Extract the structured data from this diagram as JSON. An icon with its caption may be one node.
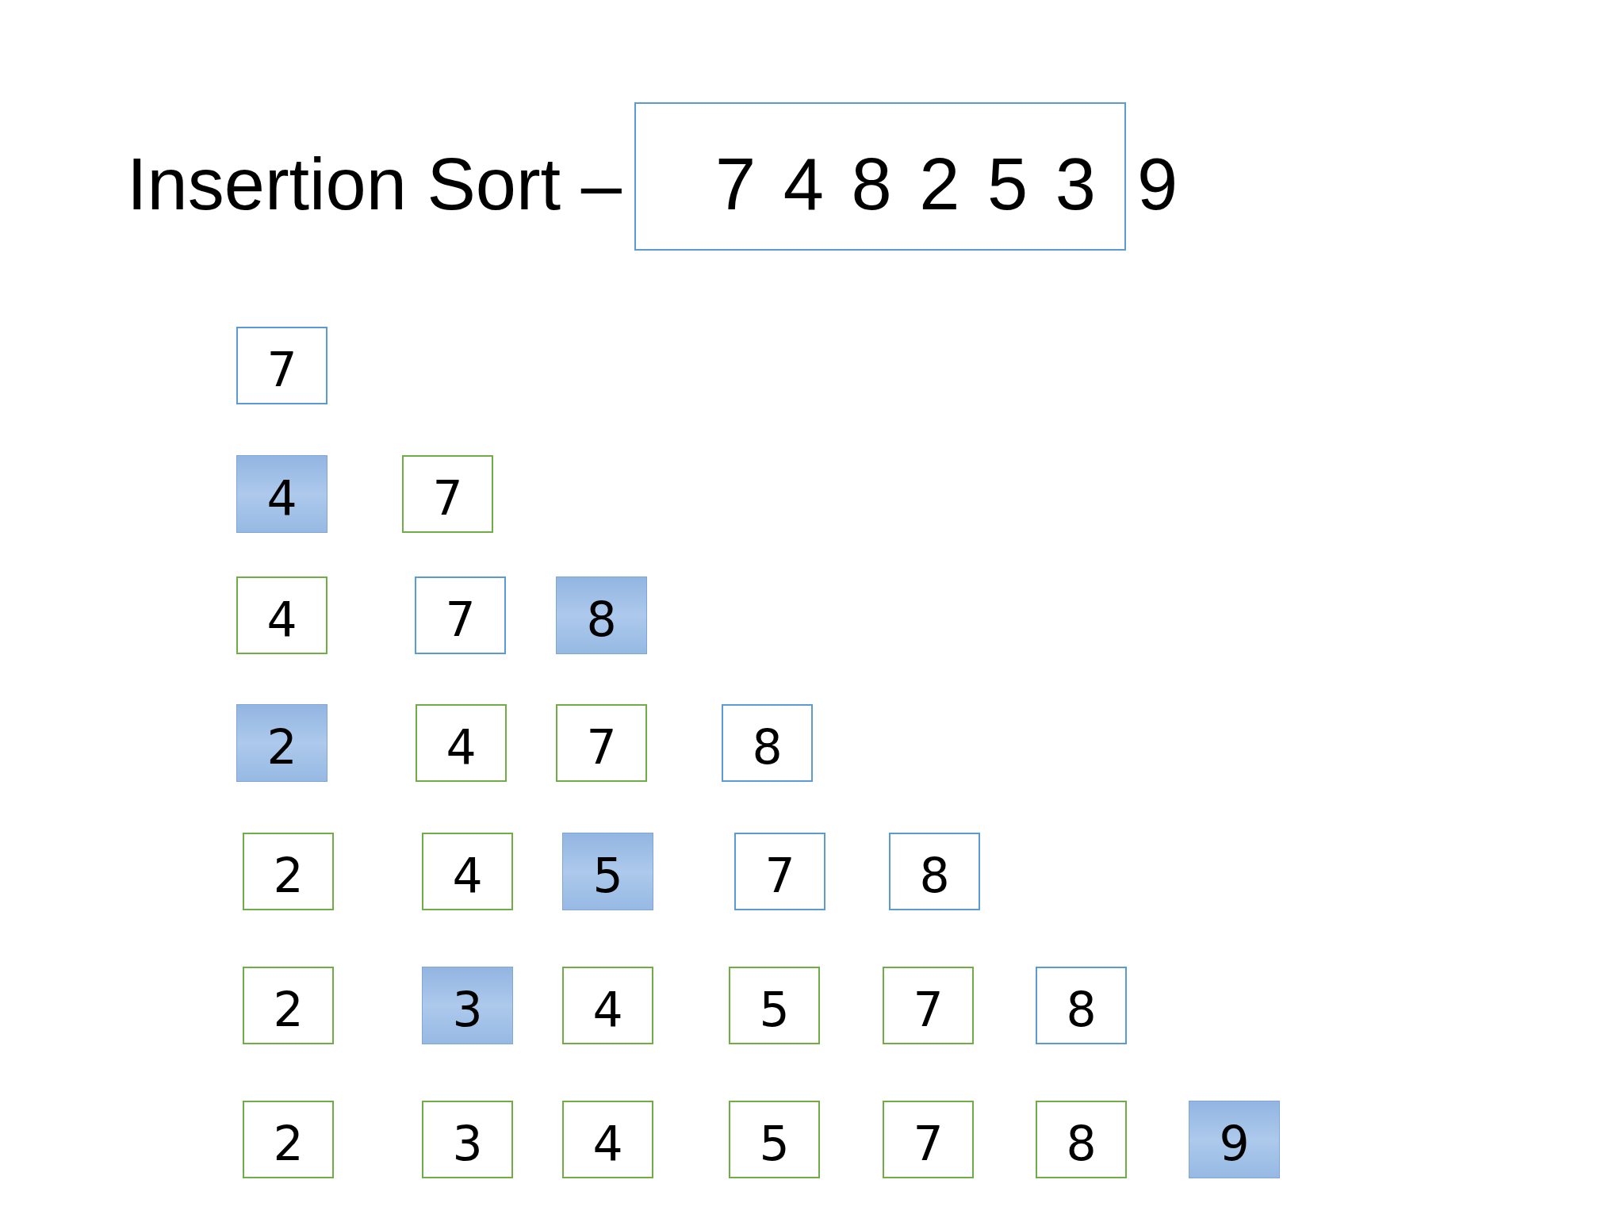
{
  "diagram": {
    "title": "Insertion Sort –",
    "nodes": [
      {
        "text": [
          "7 4 8 2 5 3"
        ]
      },
      {
        "text": [
          "7"
        ]
      },
      {
        "text": [
          "4"
        ]
      },
      {
        "text": [
          "7"
        ]
      },
      {
        "text": [
          "4"
        ]
      },
      {
        "text": [
          "7"
        ]
      },
      {
        "text": [
          "8"
        ]
      },
      {
        "text": [
          "2"
        ]
      },
      {
        "text": [
          "4"
        ]
      },
      {
        "text": [
          "7"
        ]
      },
      {
        "text": [
          "8"
        ]
      },
      {
        "text": [
          "2"
        ]
      },
      {
        "text": [
          "4"
        ]
      },
      {
        "text": [
          "5"
        ]
      },
      {
        "text": [
          "7"
        ]
      },
      {
        "text": [
          "8"
        ]
      },
      {
        "text": [
          "2"
        ]
      },
      {
        "text": [
          "3"
        ]
      },
      {
        "text": [
          "4"
        ]
      },
      {
        "text": [
          "5"
        ]
      },
      {
        "text": [
          "7"
        ]
      },
      {
        "text": [
          "8"
        ]
      },
      {
        "text": [
          "2"
        ]
      },
      {
        "text": [
          "3"
        ]
      },
      {
        "text": [
          "4"
        ]
      },
      {
        "text": [
          "5"
        ]
      },
      {
        "text": [
          "7"
        ]
      },
      {
        "text": [
          "8"
        ]
      },
      {
        "text": [
          "9"
        ]
      }
    ],
    "labels": [
      "9"
    ]
  }
}
